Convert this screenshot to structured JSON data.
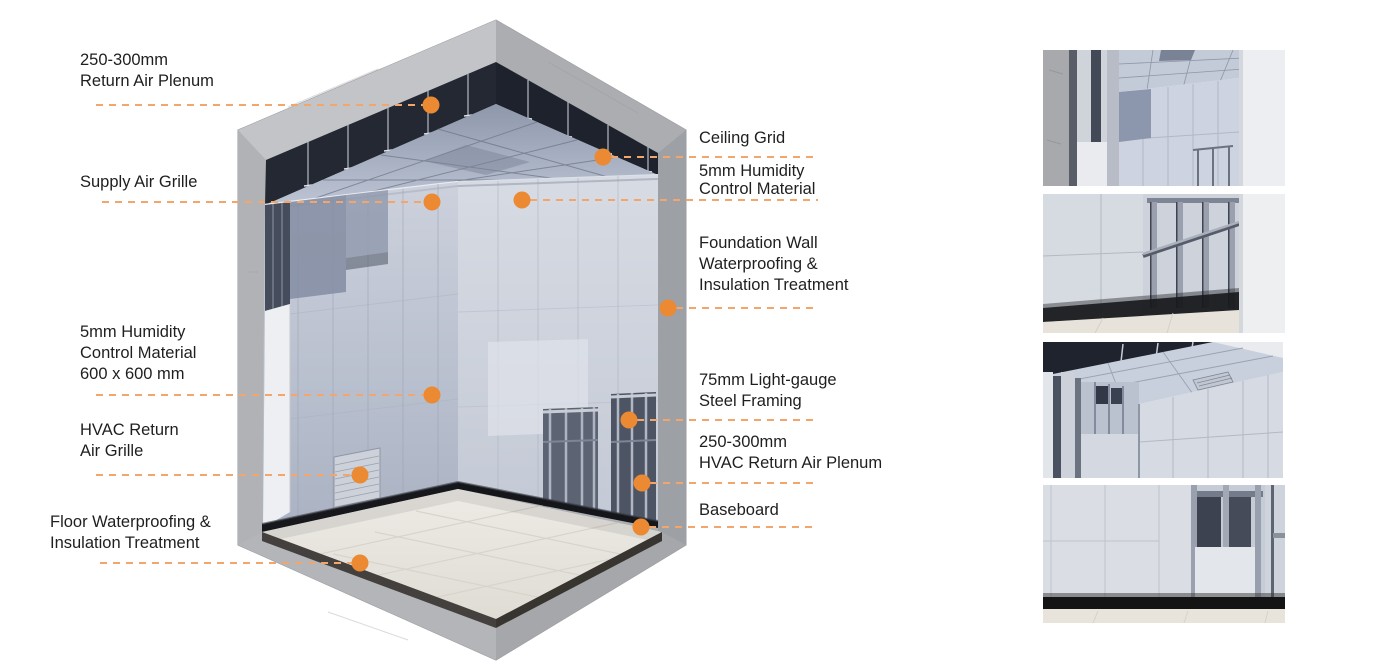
{
  "accent": {
    "dot_color": "#EC8933",
    "dash_color": "#F2A66B",
    "text_color": "#1f1f1f"
  },
  "callouts": {
    "left": [
      {
        "lines": [
          "250-300mm",
          "Return Air Plenum"
        ]
      },
      {
        "lines": [
          "Supply Air Grille"
        ]
      },
      {
        "lines": [
          "5mm Humidity",
          "Control Material",
          "600 x 600 mm"
        ]
      },
      {
        "lines": [
          "HVAC Return",
          "Air Grille"
        ]
      },
      {
        "lines": [
          "Floor Waterproofing &",
          "Insulation Treatment"
        ]
      }
    ],
    "right": [
      {
        "lines": [
          "Ceiling Grid"
        ]
      },
      {
        "lines": [
          "5mm Humidity",
          "Control Material"
        ]
      },
      {
        "lines": [
          "Foundation Wall",
          "Waterproofing &",
          "Insulation Treatment"
        ]
      },
      {
        "lines": [
          "75mm Light-gauge",
          "Steel Framing"
        ]
      },
      {
        "lines": [
          "250-300mm",
          "HVAC Return Air Plenum"
        ]
      },
      {
        "lines": [
          "Baseboard"
        ]
      }
    ]
  },
  "figures": {
    "main": "isometric-room-corner-cutaway",
    "thumbnails": [
      "detail-wall-and-ceiling-corner",
      "detail-steel-stud-framing-wall",
      "detail-suspended-ceiling-corner",
      "detail-wall-elevation-with-baseboard"
    ]
  }
}
